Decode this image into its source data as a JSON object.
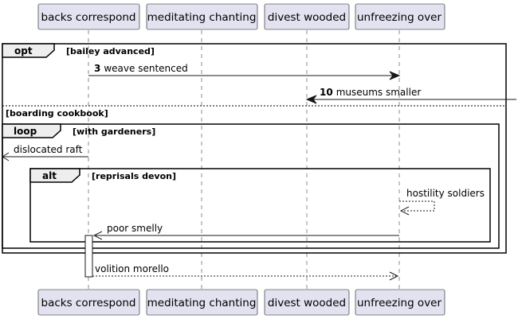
{
  "participants": [
    {
      "name": "backs correspond"
    },
    {
      "name": "meditating chanting"
    },
    {
      "name": "divest wooded"
    },
    {
      "name": "unfreezing over"
    }
  ],
  "fragments": {
    "opt": {
      "keyword": "opt",
      "condition": "[bailey advanced]",
      "else_condition": "[boarding cookbook]"
    },
    "loop": {
      "keyword": "loop",
      "condition": "[with gardeners]"
    },
    "alt": {
      "keyword": "alt",
      "condition": "[reprisals devon]"
    }
  },
  "messages": [
    {
      "number": "3",
      "text": "weave sentenced"
    },
    {
      "number": "10",
      "text": "museums smaller"
    },
    {
      "number": "",
      "text": "dislocated raft"
    },
    {
      "number": "",
      "text": "hostility soldiers"
    },
    {
      "number": "",
      "text": "poor smelly"
    },
    {
      "number": "",
      "text": "volition morello"
    }
  ]
}
